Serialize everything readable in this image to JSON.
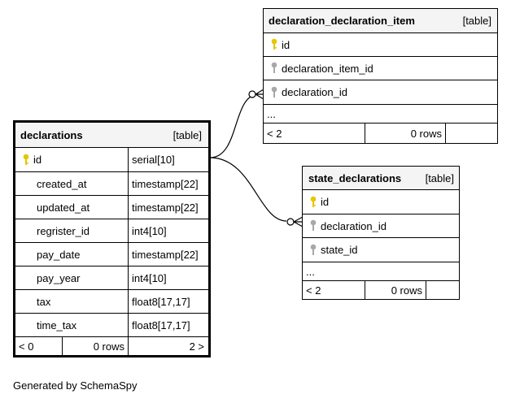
{
  "footer": {
    "generated": "Generated by SchemaSpy"
  },
  "colors": {
    "pk_key": "#e6c600",
    "fk_key": "#a8a8a8",
    "header_bg": "#f4f4f4"
  },
  "tables": {
    "declarations": {
      "name": "declarations",
      "kind": "[table]",
      "columns": [
        {
          "name": "id",
          "type": "serial[10]",
          "key": "pk"
        },
        {
          "name": "created_at",
          "type": "timestamp[22]",
          "key": ""
        },
        {
          "name": "updated_at",
          "type": "timestamp[22]",
          "key": ""
        },
        {
          "name": "regrister_id",
          "type": "int4[10]",
          "key": ""
        },
        {
          "name": "pay_date",
          "type": "timestamp[22]",
          "key": ""
        },
        {
          "name": "pay_year",
          "type": "int4[10]",
          "key": ""
        },
        {
          "name": "tax",
          "type": "float8[17,17]",
          "key": ""
        },
        {
          "name": "time_tax",
          "type": "float8[17,17]",
          "key": ""
        }
      ],
      "footer": {
        "left": "< 0",
        "rows": "0 rows",
        "right": "2 >"
      }
    },
    "declaration_declaration_item": {
      "name": "declaration_declaration_item",
      "kind": "[table]",
      "columns": [
        {
          "name": "id",
          "key": "pk"
        },
        {
          "name": "declaration_item_id",
          "key": "fk"
        },
        {
          "name": "declaration_id",
          "key": "fk"
        }
      ],
      "more": "...",
      "footer": {
        "left": "< 2",
        "rows": "0 rows",
        "right": ""
      }
    },
    "state_declarations": {
      "name": "state_declarations",
      "kind": "[table]",
      "columns": [
        {
          "name": "id",
          "key": "pk"
        },
        {
          "name": "declaration_id",
          "key": "fk"
        },
        {
          "name": "state_id",
          "key": "fk"
        }
      ],
      "more": "...",
      "footer": {
        "left": "< 2",
        "rows": "0 rows",
        "right": ""
      }
    }
  }
}
